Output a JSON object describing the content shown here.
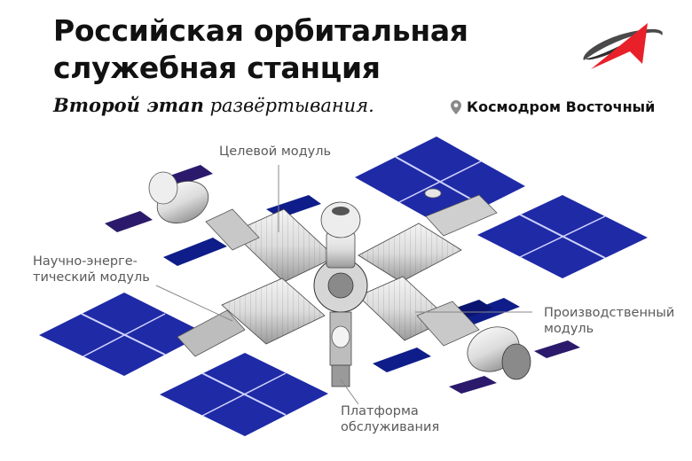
{
  "header": {
    "title_lines": [
      "Российская орбитальная",
      "служебная станция"
    ],
    "subtitle_bold": "Второй этап",
    "subtitle_rest": " развёртывания.",
    "location_icon": "map-pin-icon",
    "location": "Космодром Восточный",
    "logo": "roscosmos-logo"
  },
  "callouts": {
    "target_module": "Целевой модуль",
    "science_power_module": [
      "Научно-энерге-",
      "тический модуль"
    ],
    "production_module": [
      "Производственный",
      "модуль"
    ],
    "service_platform": [
      "Платформа",
      "обслуживания"
    ]
  },
  "colors": {
    "title": "#111111",
    "callout_text": "#5a5a5a",
    "solar_panel": "#1f2aa6",
    "solar_panel_dark": "#2b1a6b",
    "logo_red": "#e8202a",
    "logo_gray": "#4a4a4a",
    "pin": "#8a8a8a"
  }
}
